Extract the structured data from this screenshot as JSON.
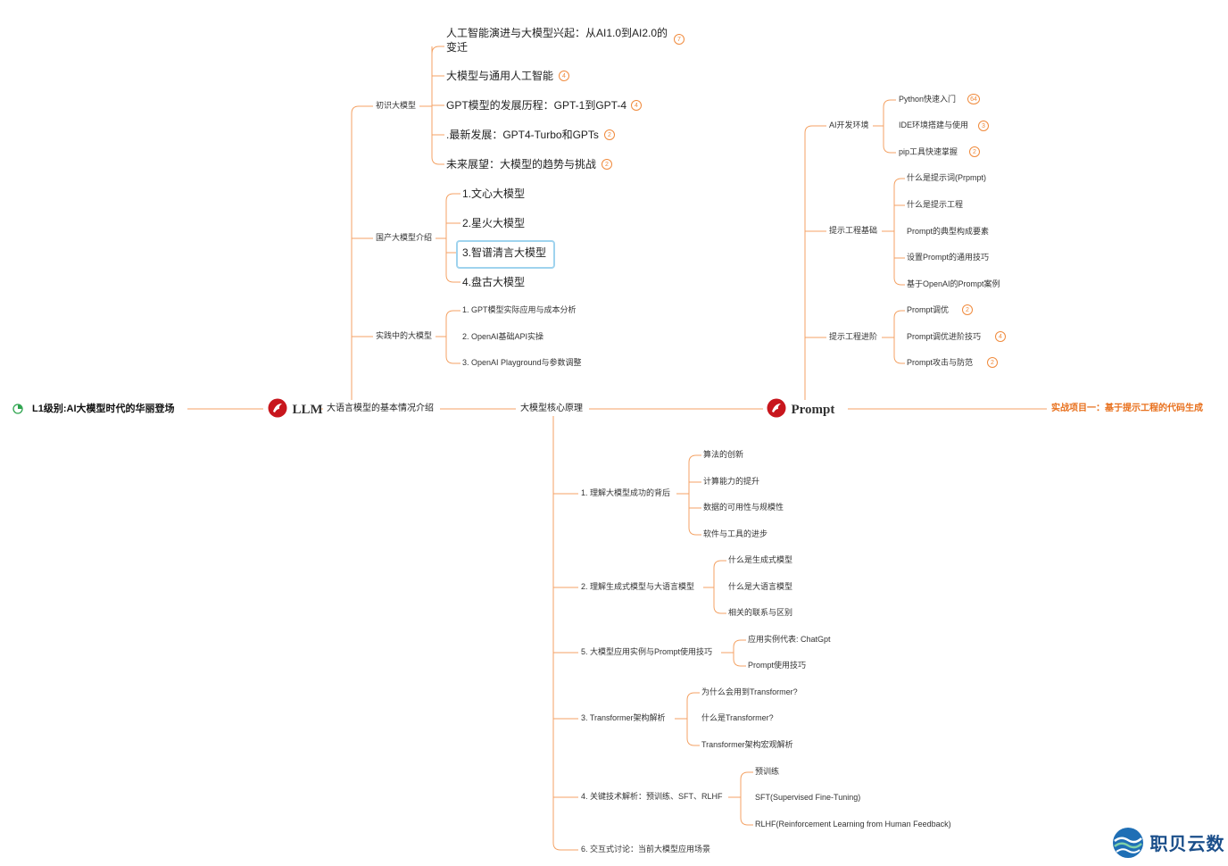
{
  "root": {
    "title": "L1级别:AI大模型时代的华丽登场"
  },
  "llm_logo": {
    "word": "LLM"
  },
  "prompt_logo": {
    "word": "Prompt"
  },
  "branch_intro": {
    "label": "大语言模型的基本情况介绍",
    "groups": [
      {
        "label": "初识大模型",
        "items": [
          {
            "text": "人工智能演进与大模型兴起：从AI1.0到AI2.0的",
            "text2": "变迁",
            "badge": "7"
          },
          {
            "text": "大模型与通用人工智能",
            "badge": "4"
          },
          {
            "text": "GPT模型的发展历程：GPT-1到GPT-4",
            "badge": "4"
          },
          {
            "text": ".最新发展：GPT4-Turbo和GPTs",
            "badge": "2"
          },
          {
            "text": "未来展望：大模型的趋势与挑战",
            "badge": "2"
          }
        ]
      },
      {
        "label": "国产大模型介绍",
        "items": [
          {
            "text": "1.文心大模型"
          },
          {
            "text": "2.星火大模型"
          },
          {
            "text": "3.智谱清言大模型"
          },
          {
            "text": "4.盘古大模型"
          }
        ]
      },
      {
        "label": "实践中的大模型",
        "items": [
          {
            "text": "1. GPT模型实际应用与成本分析"
          },
          {
            "text": "2. OpenAI基础API实操"
          },
          {
            "text": "3. OpenAI Playground与参数调整"
          }
        ]
      }
    ]
  },
  "branch_core": {
    "label": "大模型核心原理",
    "groups": [
      {
        "label": "1. 理解大模型成功的背后",
        "items": [
          "算法的创新",
          "计算能力的提升",
          "数据的可用性与规模性",
          "软件与工具的进步"
        ]
      },
      {
        "label": "2. 理解生成式模型与大语言模型",
        "items": [
          "什么是生成式模型",
          "什么是大语言模型",
          "相关的联系与区别"
        ]
      },
      {
        "label": "5. 大模型应用实例与Prompt使用技巧",
        "items": [
          "应用实例代表: ChatGpt",
          "Prompt使用技巧"
        ]
      },
      {
        "label": "3. Transformer架构解析",
        "items": [
          "为什么会用到Transformer?",
          "什么是Transformer?",
          "Transformer架构宏观解析"
        ]
      },
      {
        "label": "4. 关键技术解析：预训练、SFT、RLHF",
        "items": [
          "预训练",
          "SFT(Supervised Fine-Tuning)",
          "RLHF(Reinforcement Learning from Human Feedback)"
        ]
      },
      {
        "label": "6. 交互式讨论：当前大模型应用场景",
        "items": []
      }
    ]
  },
  "branch_prompt": {
    "groups": [
      {
        "label": "AI开发环境",
        "items": [
          {
            "text": "Python快速入门",
            "badge": "64"
          },
          {
            "text": "IDE环境搭建与使用",
            "badge": "3"
          },
          {
            "text": "pip工具快速掌握",
            "badge": "2"
          }
        ]
      },
      {
        "label": "提示工程基础",
        "items": [
          {
            "text": "什么是提示词(Prpmpt)"
          },
          {
            "text": "什么是提示工程"
          },
          {
            "text": "Prompt的典型构成要素"
          },
          {
            "text": "设置Prompt的通用技巧"
          },
          {
            "text": "基于OpenAI的Prompt案例"
          }
        ]
      },
      {
        "label": "提示工程进阶",
        "items": [
          {
            "text": "Prompt调优",
            "badge": "2"
          },
          {
            "text": "Prompt调优进阶技巧",
            "badge": "4"
          },
          {
            "text": "Prompt攻击与防范",
            "badge": "2"
          }
        ]
      }
    ]
  },
  "project": {
    "label": "实战项目一：基于提示工程的代码生成"
  },
  "watermark": {
    "text": "职贝云数"
  },
  "colors": {
    "line": "#f4a264",
    "accent": "#e8701d",
    "selected": "#9fd3ee",
    "brand": "#1a4e8a"
  }
}
